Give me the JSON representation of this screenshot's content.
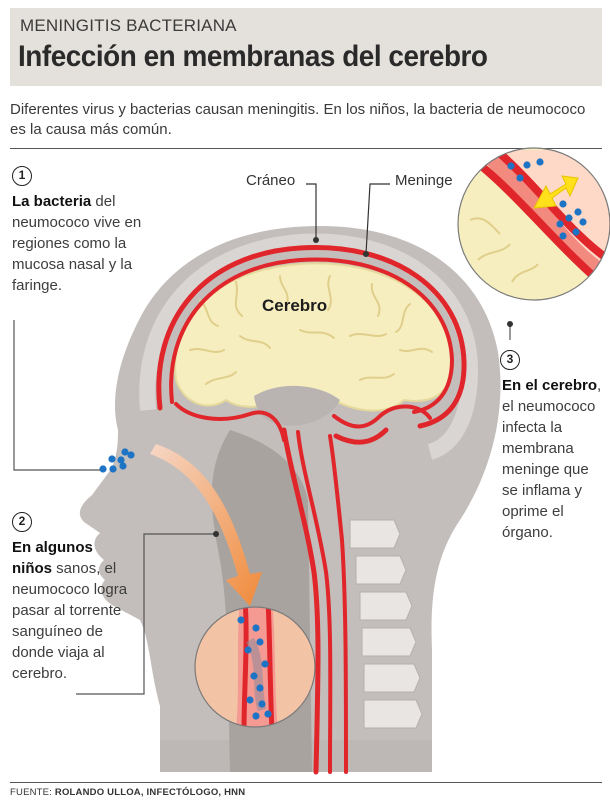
{
  "header": {
    "kicker": "MENINGITIS BACTERIANA",
    "title": "Infección en membranas del cerebro"
  },
  "intro": "Diferentes virus y bacterias causan meningitis. En los niños, la bacteria de neumococo es la causa más común.",
  "labels": {
    "skull": "Cráneo",
    "meninge": "Meninge",
    "brain": "Cerebro"
  },
  "steps": [
    {
      "number": "1",
      "bold": "La bacteria",
      "text": " del neumococo vive en regiones como la mucosa nasal y la faringe."
    },
    {
      "number": "2",
      "bold": "En algunos niños",
      "text": " sanos, el neumococo logra pasar al torrente sanguíneo de donde viaja al cerebro."
    },
    {
      "number": "3",
      "bold": "En el cerebro",
      "text": ", el neumococo infecta la membrana meninge que se inflama y oprime el órgano."
    }
  ],
  "source": {
    "prefix": "FUENTE: ",
    "name": "ROLANDO ULLOA,  INFECTÓLOGO, HNN"
  },
  "colors": {
    "header_bg": "#e4e1dc",
    "head_gray": "#c3bebb",
    "brain": "#f6eebf",
    "meninge_red": "#e0262b",
    "bacteria_blue": "#1e74c4",
    "arrow_orange": "#f08a3a",
    "inflame_yellow": "#ffe01a"
  }
}
